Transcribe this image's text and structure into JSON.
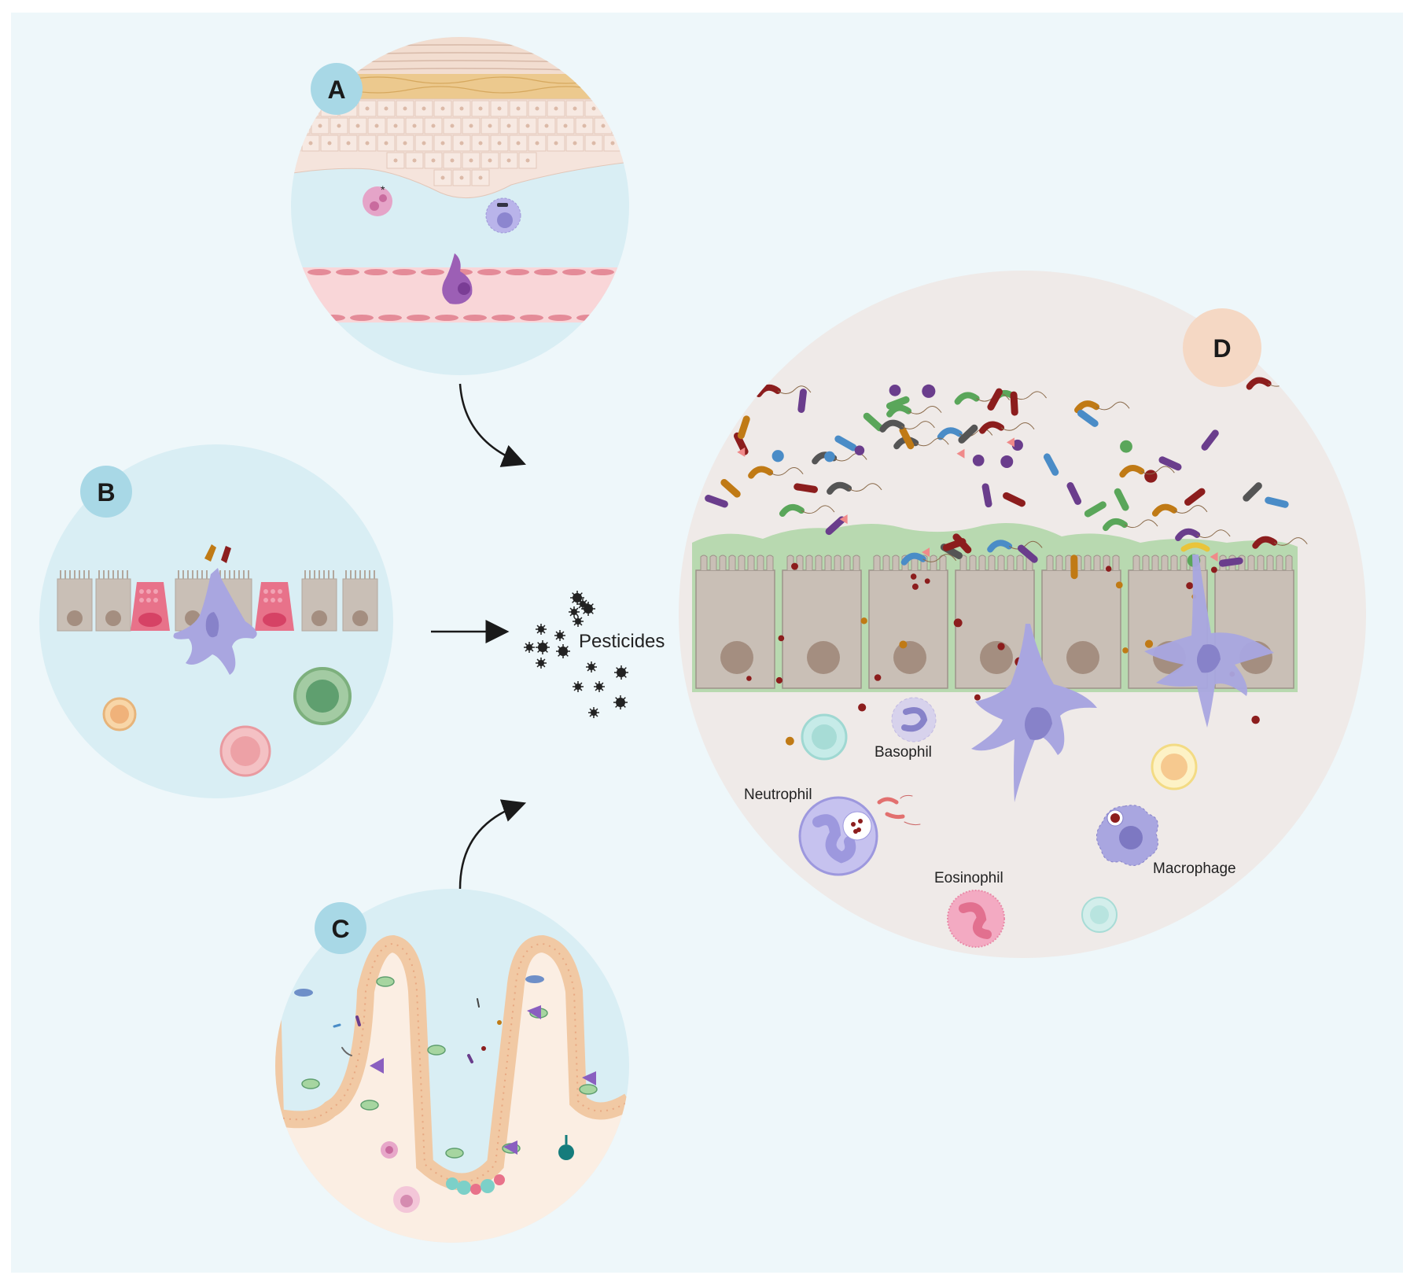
{
  "figure": {
    "background": "#eef7fa",
    "colors": {
      "panel_light": "#d9eef4",
      "panel_d": "#efeae8",
      "badge_abc": "#a8d8e6",
      "badge_d": "#f5d8c4",
      "dendritic": "#a9a6e0",
      "epithelium": "#c9bfb6",
      "mucus": "#b8d9b0",
      "bacteria_purple": "#6a3d8c",
      "bacteria_orange": "#c07a15",
      "bacteria_red": "#8c1d1d",
      "goblet": "#e8728a"
    }
  },
  "panels": {
    "a": {
      "letter": "A",
      "name": "skin-panel"
    },
    "b": {
      "letter": "B",
      "name": "airway-panel"
    },
    "c": {
      "letter": "C",
      "name": "intestine-panel"
    },
    "d": {
      "letter": "D",
      "name": "inflamed-barrier-panel"
    }
  },
  "center": {
    "label": "Pesticides"
  },
  "cells": {
    "basophil": "Basophil",
    "neutrophil": "Neutrophil",
    "eosinophil": "Eosinophil",
    "macrophage": "Macrophage"
  }
}
